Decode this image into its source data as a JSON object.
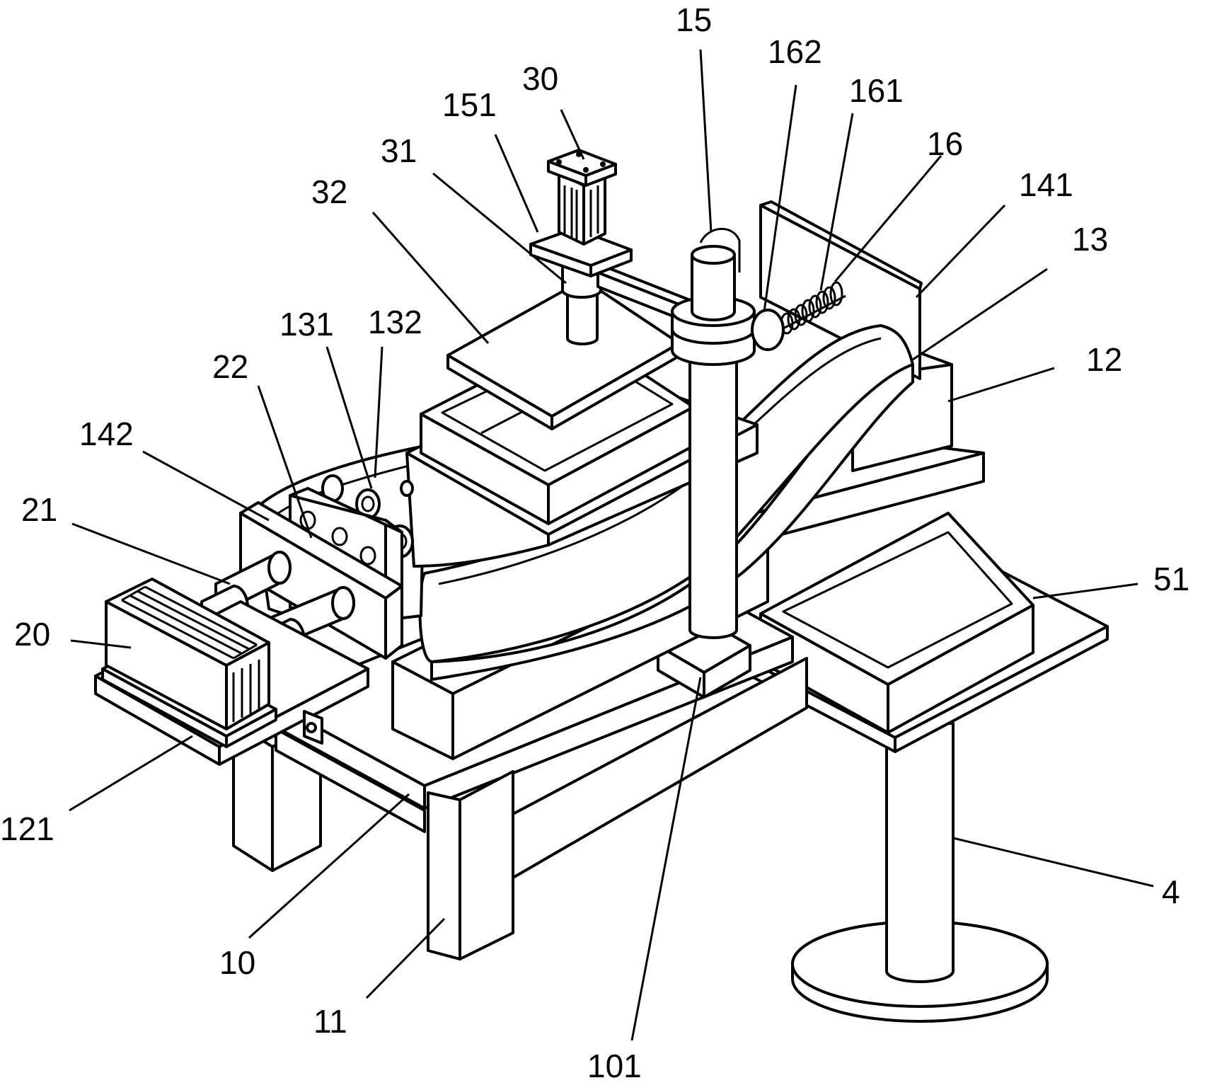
{
  "figure": {
    "labels": {
      "l15": "15",
      "l162": "162",
      "l161": "161",
      "l30": "30",
      "l151": "151",
      "l16": "16",
      "l31": "31",
      "l141": "141",
      "l32": "32",
      "l13": "13",
      "l131": "131",
      "l132": "132",
      "l12": "12",
      "l22": "22",
      "l142": "142",
      "l21": "21",
      "l51": "51",
      "l20": "20",
      "l121": "121",
      "l4": "4",
      "l10": "10",
      "l11": "11",
      "l101": "101"
    }
  }
}
